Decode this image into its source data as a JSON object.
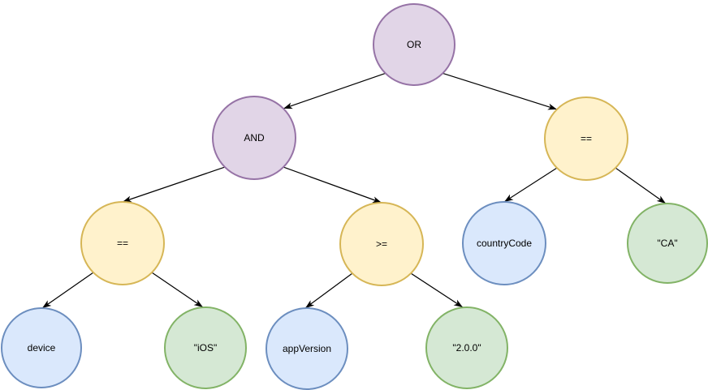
{
  "diagram": {
    "kind": "expression-tree",
    "background": "#ffffff",
    "edge_color": "#000000",
    "text_color": "#000000",
    "palette": {
      "logical": {
        "fill": "#e1d5e7",
        "stroke": "#9673a6"
      },
      "comparison": {
        "fill": "#fff2cc",
        "stroke": "#d6b656"
      },
      "field": {
        "fill": "#dae8fc",
        "stroke": "#6c8ebf"
      },
      "value": {
        "fill": "#d5e8d4",
        "stroke": "#82b366"
      }
    },
    "nodes": [
      {
        "id": "or",
        "label": "OR",
        "kind": "logical"
      },
      {
        "id": "and",
        "label": "AND",
        "kind": "logical"
      },
      {
        "id": "eq-right",
        "label": "==",
        "kind": "comparison"
      },
      {
        "id": "eq-left",
        "label": "==",
        "kind": "comparison"
      },
      {
        "id": "gte",
        "label": ">=",
        "kind": "comparison"
      },
      {
        "id": "country-code",
        "label": "countryCode",
        "kind": "field"
      },
      {
        "id": "ca",
        "label": "\"CA\"",
        "kind": "value"
      },
      {
        "id": "device",
        "label": "device",
        "kind": "field"
      },
      {
        "id": "ios",
        "label": "\"iOS\"",
        "kind": "value"
      },
      {
        "id": "app-version",
        "label": "appVersion",
        "kind": "field"
      },
      {
        "id": "v2-0-0",
        "label": "\"2.0.0\"",
        "kind": "value"
      }
    ],
    "edges": [
      {
        "from": "or",
        "to": "and"
      },
      {
        "from": "or",
        "to": "eq-right"
      },
      {
        "from": "and",
        "to": "eq-left"
      },
      {
        "from": "and",
        "to": "gte"
      },
      {
        "from": "eq-right",
        "to": "country-code"
      },
      {
        "from": "eq-right",
        "to": "ca"
      },
      {
        "from": "eq-left",
        "to": "device"
      },
      {
        "from": "eq-left",
        "to": "ios"
      },
      {
        "from": "gte",
        "to": "app-version"
      },
      {
        "from": "gte",
        "to": "v2-0-0"
      }
    ]
  }
}
